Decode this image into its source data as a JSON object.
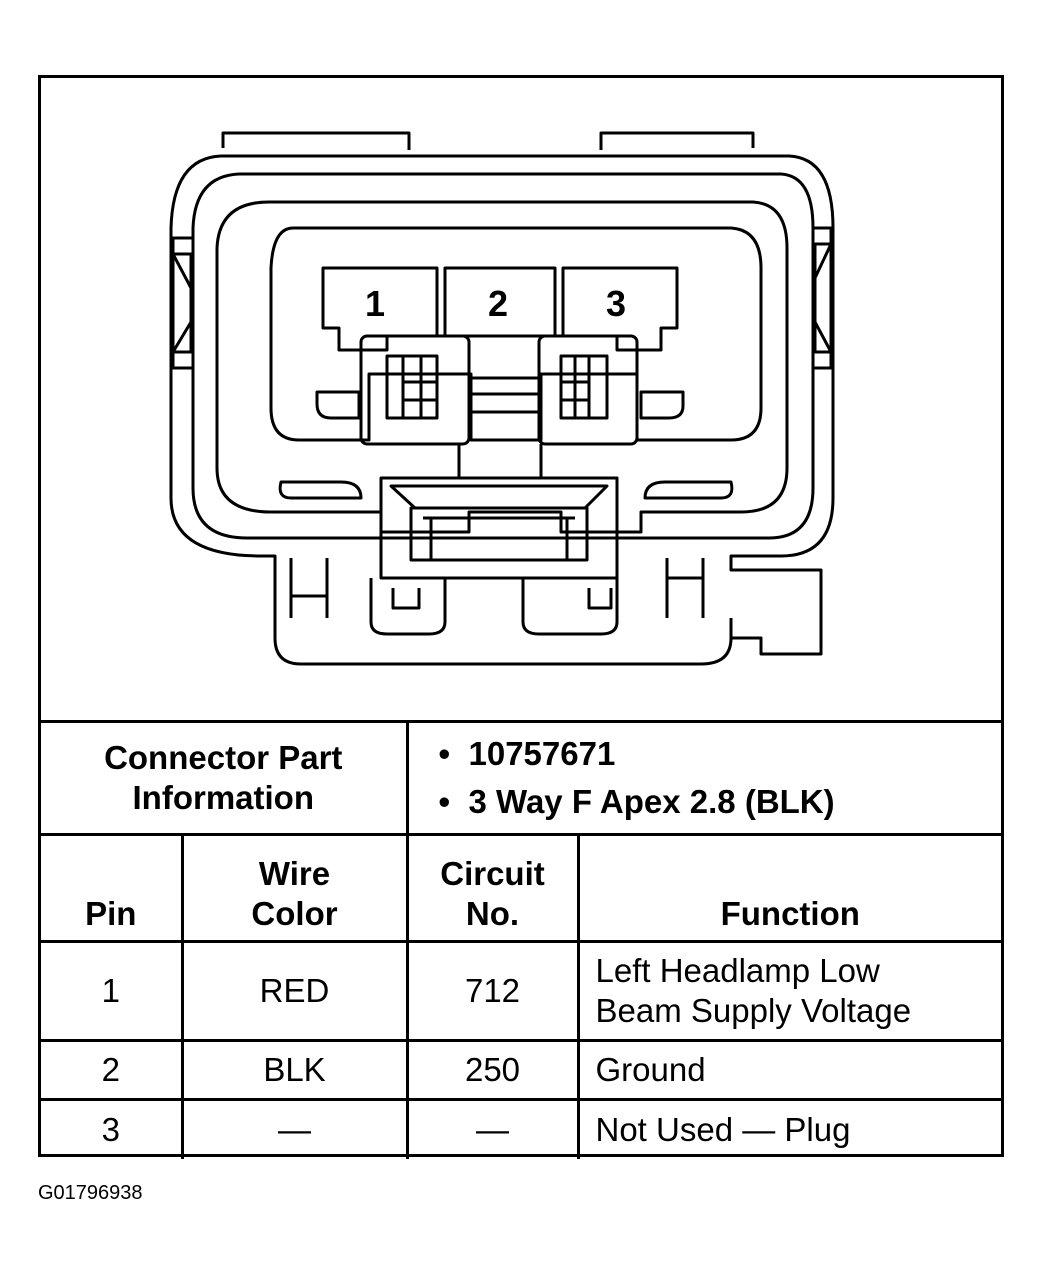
{
  "connector": {
    "pin_labels": [
      "1",
      "2",
      "3"
    ]
  },
  "part_info": {
    "label_line1": "Connector Part",
    "label_line2": "Information",
    "bullet": "•",
    "items": [
      "10757671",
      "3 Way F Apex 2.8 (BLK)"
    ]
  },
  "table": {
    "headers": {
      "pin": "Pin",
      "wire_color_line1": "Wire",
      "wire_color_line2": "Color",
      "circuit_line1": "Circuit",
      "circuit_line2": "No.",
      "function": "Function"
    },
    "rows": [
      {
        "pin": "1",
        "wire_color": "RED",
        "circuit": "712",
        "function_line1": "Left Headlamp Low",
        "function_line2": "Beam Supply Voltage"
      },
      {
        "pin": "2",
        "wire_color": "BLK",
        "circuit": "250",
        "function_line1": "Ground",
        "function_line2": ""
      },
      {
        "pin": "3",
        "wire_color": "—",
        "circuit": "—",
        "function_line1": "Not Used — Plug",
        "function_line2": ""
      }
    ]
  },
  "figure_id": "G01796938"
}
